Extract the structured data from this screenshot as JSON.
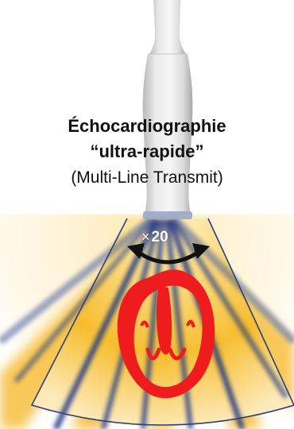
{
  "title": {
    "line1": "Échocardiographie",
    "line2": "“ultra-rapide”",
    "line3": "(Multi-Line Transmit)"
  },
  "acceleration": {
    "symbol": "×",
    "factor": "20"
  },
  "colors": {
    "heart": "#ee1c1c",
    "beam": "#16307e",
    "sector_glow": "#f4b400",
    "sector_outline": "#2a3f7a",
    "arrow": "#111111",
    "probe": "#dcdcdc"
  },
  "icons": {
    "probe": "ultrasound-probe-icon",
    "heart": "heart-silhouette-icon",
    "arrow": "curved-double-arrow-icon"
  }
}
